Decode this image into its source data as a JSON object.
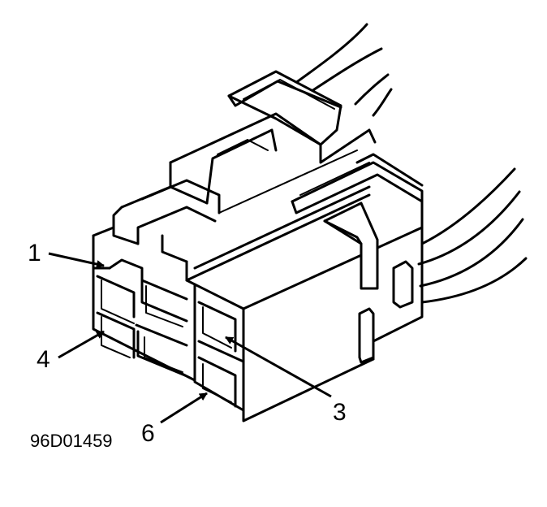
{
  "figure_code": "96D01459",
  "callouts": [
    {
      "id": "pin-1",
      "text": "1"
    },
    {
      "id": "pin-4",
      "text": "4"
    },
    {
      "id": "pin-3",
      "text": "3"
    },
    {
      "id": "pin-6",
      "text": "6"
    }
  ]
}
